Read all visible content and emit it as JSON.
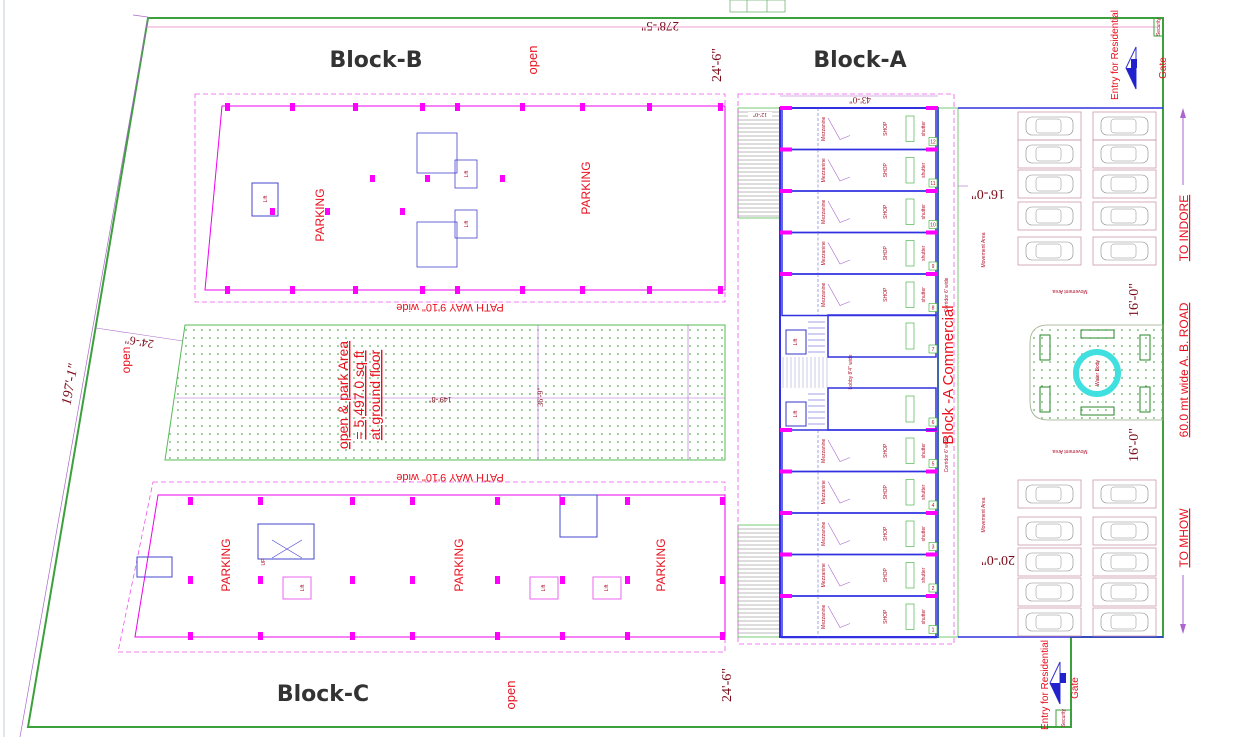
{
  "labels": {
    "block_a": "Block-A",
    "block_b": "Block-B",
    "block_c": "Block-C",
    "open": "open",
    "parking": "PARKING",
    "path_way": "PATH WAY 9'10\" wide",
    "park_area_line1": "open & park  Area",
    "park_area_line2": "= 5,497.0 sq ft",
    "park_area_line3": "at ground floor",
    "block_a_commercial": "Block -A Commercial",
    "water_body": "Water Body",
    "movement_area": "Movement Area",
    "entry_residential": "Entry for Residential",
    "gate": "Gate",
    "security": "Security",
    "to_indore": "TO INDORE",
    "road": "60.0 mt wide  A. B. ROAD",
    "to_mhow": "TO MHOW",
    "lobby": "Lobby 8'4\" wide",
    "shop": "SHOP",
    "mezzanine": "Mezzanine",
    "shutter": "shutter",
    "corridor": "Corridor 6' wide",
    "lift": "Lift",
    "up": "UP"
  },
  "dimensions": {
    "top_width": "278'-5\"",
    "left_length": "197'-1\"",
    "setback_left": "24'-6\"",
    "setback_top": "24'-6\"",
    "setback_bottom": "24'-6\"",
    "commercial_width": "43'-0\"",
    "park_length": "149'-8\"",
    "park_width": "36'-9\"",
    "front_setback_top": "16'-0\"",
    "garden_top": "16'-0\"",
    "garden_bottom": "16'-0\"",
    "front_setback_bottom": "20'-0\"",
    "stair_width": "12'-0\""
  },
  "shops": {
    "numbers_top": [
      "12",
      "11",
      "10",
      "9",
      "8"
    ],
    "numbers_bottom": [
      "5",
      "4",
      "3",
      "2",
      "1"
    ],
    "numbers_lobby": [
      "7",
      "6"
    ]
  },
  "colors": {
    "boundary": "#3ca03c",
    "building": "#ff00ff",
    "commercial": "#3030e0",
    "text": "#e8101e",
    "dimension": "#7a0a18",
    "park": "#2fa02f",
    "water": "#40e0e0"
  }
}
